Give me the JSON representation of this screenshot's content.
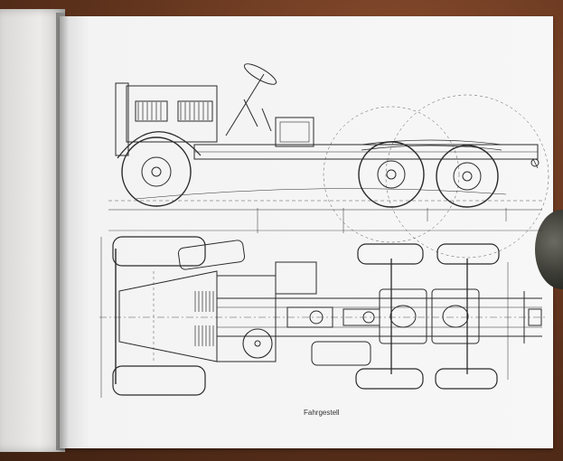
{
  "caption": "Fahrgestell",
  "colors": {
    "table": "#6b3a22",
    "paper": "#f5f5f5",
    "ink": "#2a2a2a"
  },
  "icons": {
    "chassis_side": "truck-chassis-side-view",
    "chassis_top": "truck-chassis-top-view"
  }
}
